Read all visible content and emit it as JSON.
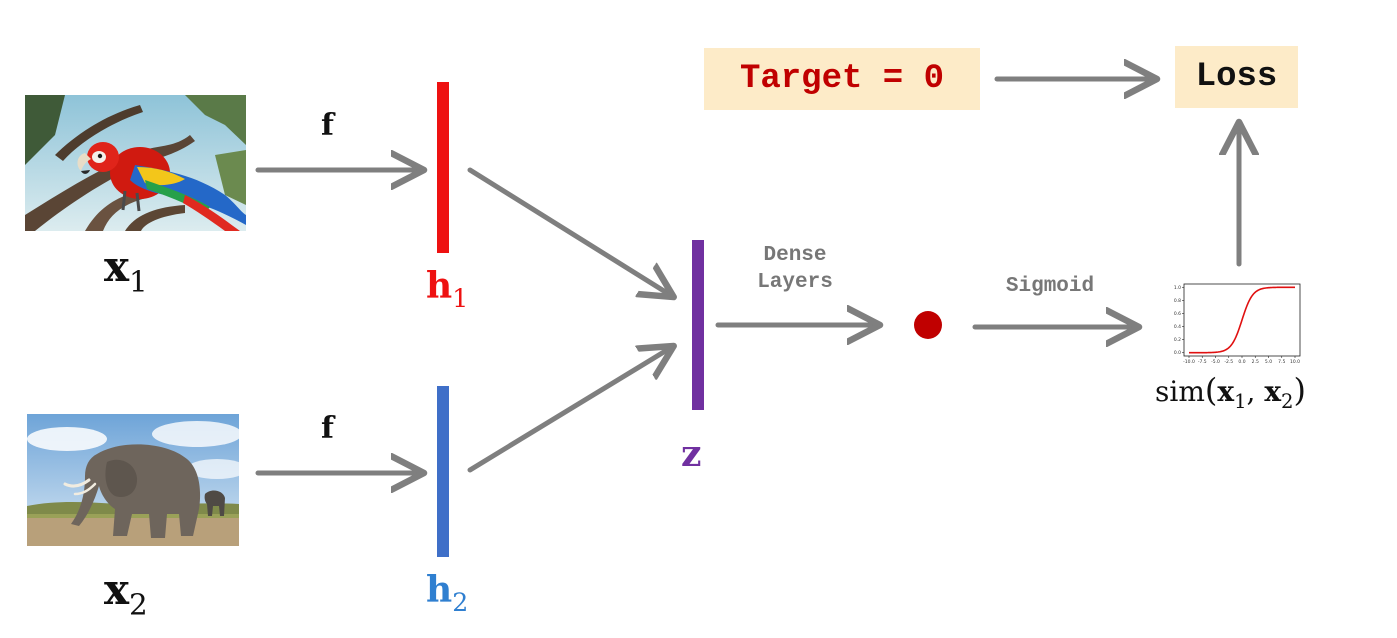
{
  "inputs": [
    {
      "symbol": "x",
      "subscript": "1",
      "image": "parrot-photo"
    },
    {
      "symbol": "x",
      "subscript": "2",
      "image": "elephant-photo"
    }
  ],
  "encoder_label": "f",
  "embeddings": [
    {
      "symbol": "h",
      "subscript": "1",
      "color": "#ee1111"
    },
    {
      "symbol": "h",
      "subscript": "2",
      "color": "#3f6fc8"
    }
  ],
  "combined": {
    "symbol": "z",
    "color": "#7030a0"
  },
  "dense_label": "Dense\nLayers",
  "sigmoid_label": "Sigmoid",
  "output_dot_color": "#c00000",
  "sigmoid_plot": {
    "x_ticks": [
      "-10.0",
      "-7.5",
      "-5.0",
      "-2.5",
      "0.0",
      "2.5",
      "5.0",
      "7.5",
      "10.0"
    ],
    "y_ticks": [
      "0.0",
      "0.2",
      "0.4",
      "0.6",
      "0.8",
      "1.0"
    ],
    "curve_color": "#e01010"
  },
  "similarity": {
    "func": "sim",
    "open": "(",
    "a": "x",
    "a_sub": "1",
    "comma": ",",
    "b": "x",
    "b_sub": "2",
    "close": ")"
  },
  "target_label": "Target = 0",
  "target_color": "#c00000",
  "loss_label": "Loss",
  "box_color": "#fdebc8",
  "arrow_color": "#7f7f7f"
}
